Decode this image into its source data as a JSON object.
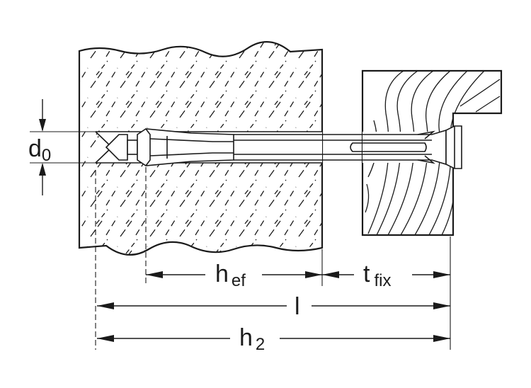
{
  "labels": {
    "d0": {
      "main": "d",
      "sub": "0"
    },
    "hef": {
      "main": "h",
      "sub": "ef"
    },
    "tfix": {
      "main": "t",
      "sub": "fix"
    },
    "l": {
      "main": "l"
    },
    "h2": {
      "main": "h",
      "sub": "2"
    }
  },
  "colors": {
    "stroke": "#1a1a1a",
    "background": "#ffffff"
  }
}
